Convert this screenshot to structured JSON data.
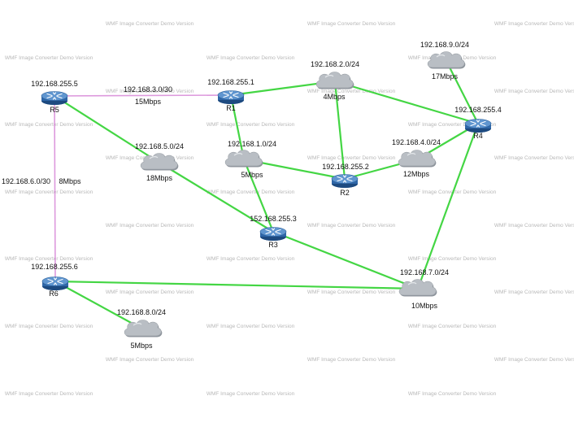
{
  "watermark": "WMF Image Converter Demo Version",
  "colors": {
    "link_green": "#44d644",
    "link_pink": "#dd99dd",
    "router_body": "#2e66a8",
    "cloud_fill": "#b9bec4"
  },
  "routers": [
    {
      "id": "R1",
      "name": "R1",
      "ip": "192.168.255.1"
    },
    {
      "id": "R2",
      "name": "R2",
      "ip": "192.168.255.2"
    },
    {
      "id": "R3",
      "name": "R3",
      "ip": "152.168.255.3"
    },
    {
      "id": "R4",
      "name": "R4",
      "ip": "192.168.255.4"
    },
    {
      "id": "R5",
      "name": "R5",
      "ip": "192.168.255.5"
    },
    {
      "id": "R6",
      "name": "R6",
      "ip": "192.168.255.6"
    }
  ],
  "networks": [
    {
      "id": "n1",
      "subnet": "192.168.1.0/24",
      "bandwidth": "5Mbps"
    },
    {
      "id": "n2",
      "subnet": "192.168.2.0/24",
      "bandwidth": "4Mbps"
    },
    {
      "id": "n4",
      "subnet": "192.168.4.0/24",
      "bandwidth": "12Mbps"
    },
    {
      "id": "n5",
      "subnet": "192.168.5.0/24",
      "bandwidth": "18Mbps"
    },
    {
      "id": "n7",
      "subnet": "192.168.7.0/24",
      "bandwidth": "10Mbps"
    },
    {
      "id": "n8",
      "subnet": "192.168.8.0/24",
      "bandwidth": "5Mbps"
    },
    {
      "id": "n9",
      "subnet": "192.168.9.0/24",
      "bandwidth": "17Mbps"
    }
  ],
  "serial_links": [
    {
      "id": "s3",
      "subnet": "192.168.3.0/30",
      "bandwidth": "15Mbps"
    },
    {
      "id": "s6",
      "subnet": "192.168.6.0/30",
      "bandwidth": "8Mbps"
    }
  ],
  "links": [
    {
      "from": "R1",
      "to": "n1",
      "kind": "lan"
    },
    {
      "from": "R1",
      "to": "n2",
      "kind": "lan"
    },
    {
      "from": "R2",
      "to": "n2",
      "kind": "lan"
    },
    {
      "from": "R2",
      "to": "n1",
      "kind": "lan"
    },
    {
      "from": "R2",
      "to": "n4",
      "kind": "lan"
    },
    {
      "from": "R3",
      "to": "n1",
      "kind": "lan"
    },
    {
      "from": "R3",
      "to": "n5",
      "kind": "lan"
    },
    {
      "from": "R3",
      "to": "n7",
      "kind": "lan"
    },
    {
      "from": "R4",
      "to": "n2",
      "kind": "lan"
    },
    {
      "from": "R4",
      "to": "n4",
      "kind": "lan"
    },
    {
      "from": "R4",
      "to": "n9",
      "kind": "lan"
    },
    {
      "from": "R4",
      "to": "n7",
      "kind": "lan"
    },
    {
      "from": "R5",
      "to": "n5",
      "kind": "lan"
    },
    {
      "from": "R6",
      "to": "n7",
      "kind": "lan"
    },
    {
      "from": "R6",
      "to": "n8",
      "kind": "lan"
    },
    {
      "from": "R5",
      "to": "R1",
      "kind": "serial"
    },
    {
      "from": "R5",
      "to": "R6",
      "kind": "serial"
    }
  ]
}
